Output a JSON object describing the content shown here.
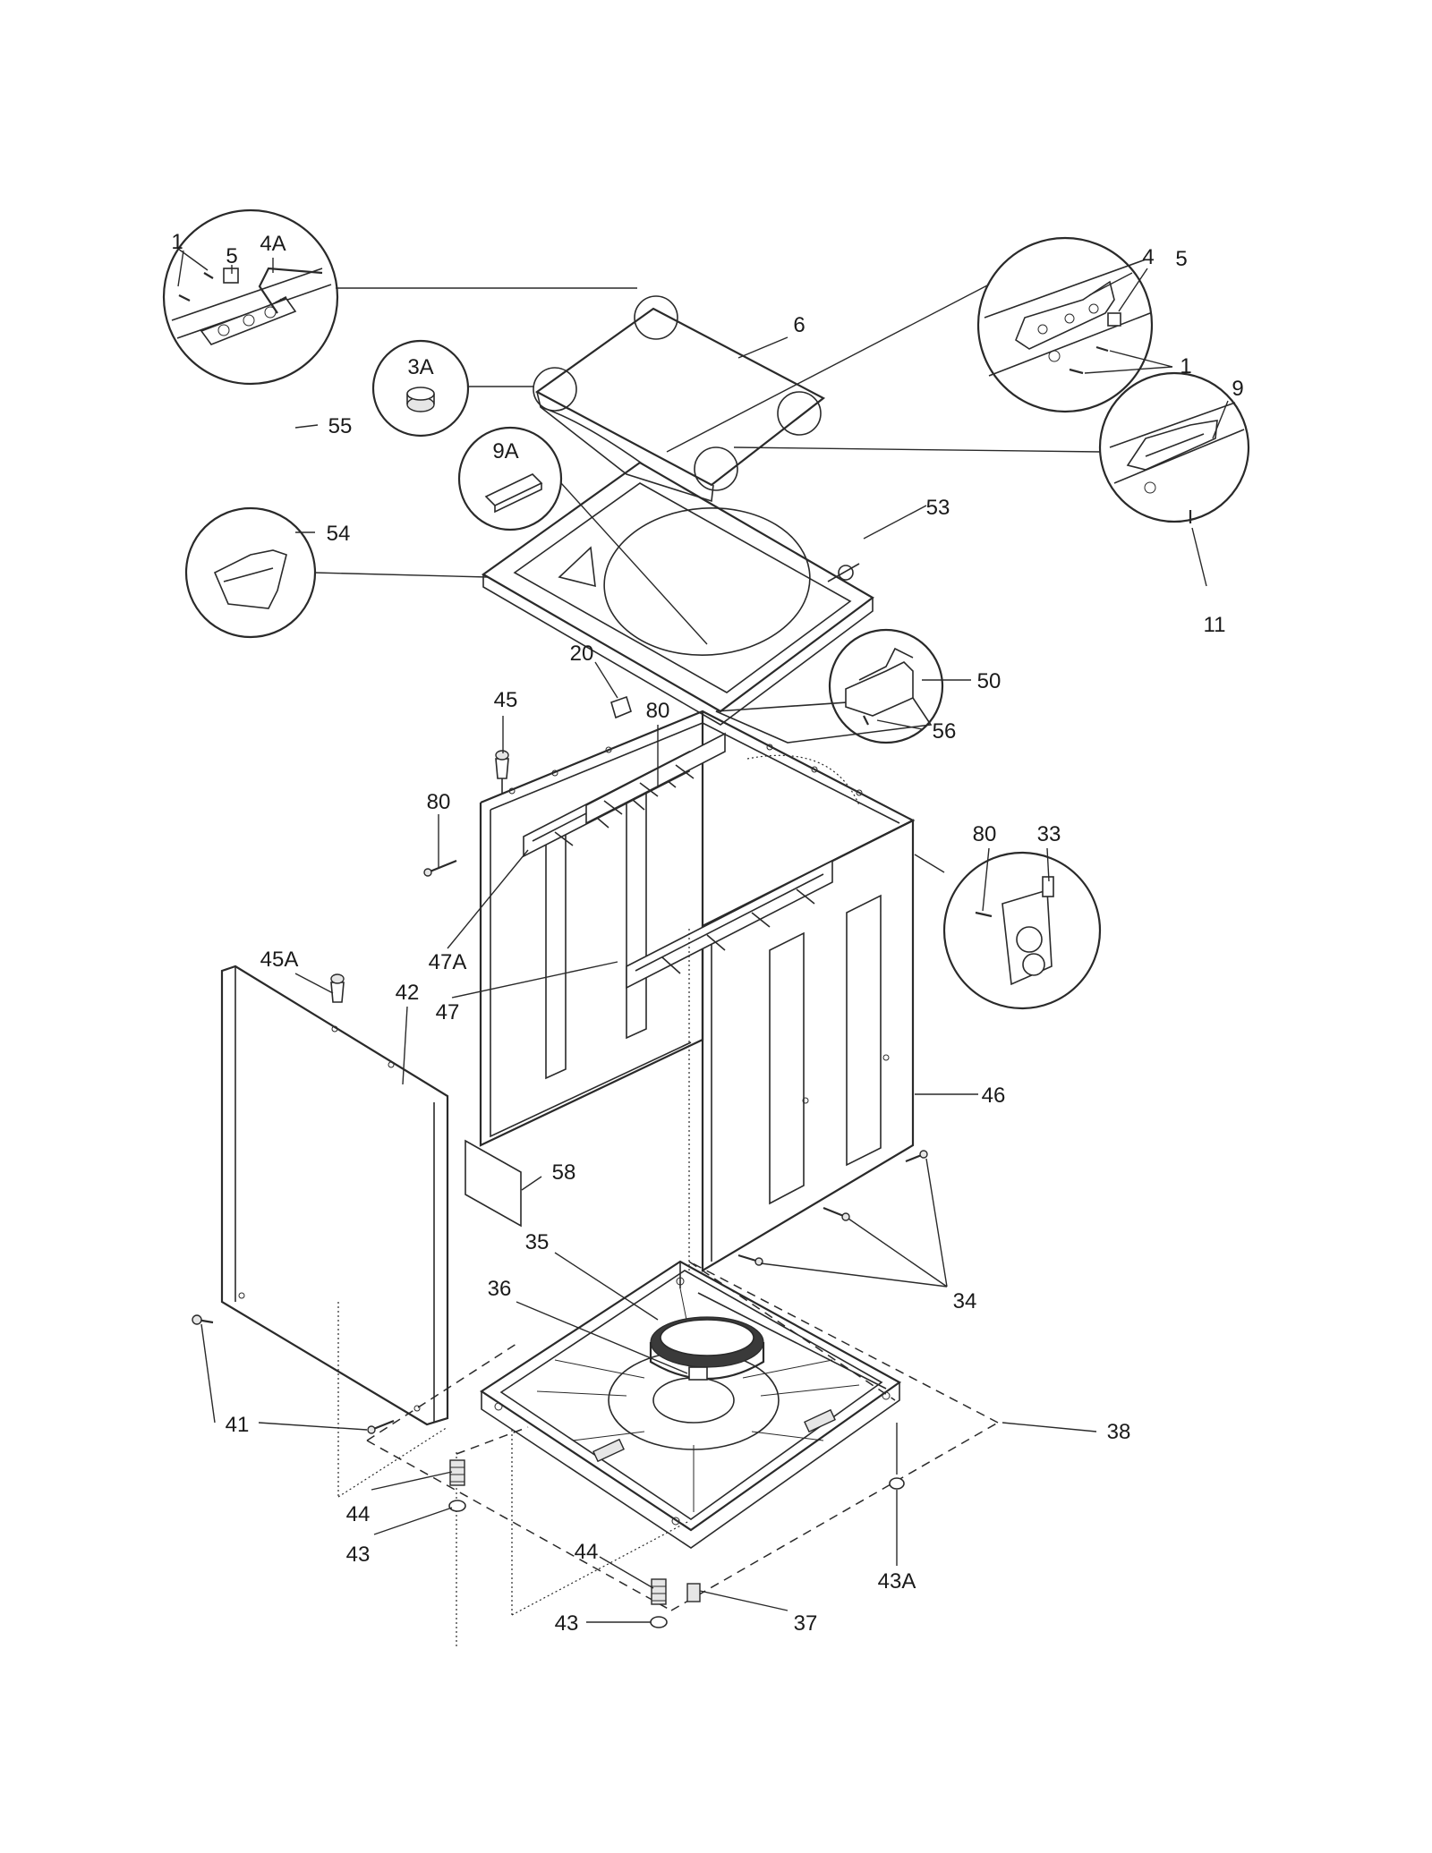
{
  "callouts": [
    {
      "id": "c1a",
      "text": "1"
    },
    {
      "id": "c5a",
      "text": "5"
    },
    {
      "id": "c4A",
      "text": "4A"
    },
    {
      "id": "c6",
      "text": "6"
    },
    {
      "id": "c3A",
      "text": "3A"
    },
    {
      "id": "c55",
      "text": "55"
    },
    {
      "id": "c9A",
      "text": "9A"
    },
    {
      "id": "c53",
      "text": "53"
    },
    {
      "id": "c54",
      "text": "54"
    },
    {
      "id": "c4",
      "text": "4"
    },
    {
      "id": "c5b",
      "text": "5"
    },
    {
      "id": "c1b",
      "text": "1"
    },
    {
      "id": "c9",
      "text": "9"
    },
    {
      "id": "c11",
      "text": "11"
    },
    {
      "id": "c20",
      "text": "20"
    },
    {
      "id": "c50",
      "text": "50"
    },
    {
      "id": "c56",
      "text": "56"
    },
    {
      "id": "c45",
      "text": "45"
    },
    {
      "id": "c80a",
      "text": "80"
    },
    {
      "id": "c80b",
      "text": "80"
    },
    {
      "id": "c80c",
      "text": "80"
    },
    {
      "id": "c33",
      "text": "33"
    },
    {
      "id": "c47A",
      "text": "47A"
    },
    {
      "id": "c47",
      "text": "47"
    },
    {
      "id": "c45A",
      "text": "45A"
    },
    {
      "id": "c42",
      "text": "42"
    },
    {
      "id": "c46",
      "text": "46"
    },
    {
      "id": "c58",
      "text": "58"
    },
    {
      "id": "c35",
      "text": "35"
    },
    {
      "id": "c36",
      "text": "36"
    },
    {
      "id": "c34",
      "text": "34"
    },
    {
      "id": "c41",
      "text": "41"
    },
    {
      "id": "c38",
      "text": "38"
    },
    {
      "id": "c44a",
      "text": "44"
    },
    {
      "id": "c43a",
      "text": "43"
    },
    {
      "id": "c44b",
      "text": "44"
    },
    {
      "id": "c43b",
      "text": "43"
    },
    {
      "id": "c37",
      "text": "37"
    },
    {
      "id": "c43A",
      "text": "43A"
    }
  ]
}
